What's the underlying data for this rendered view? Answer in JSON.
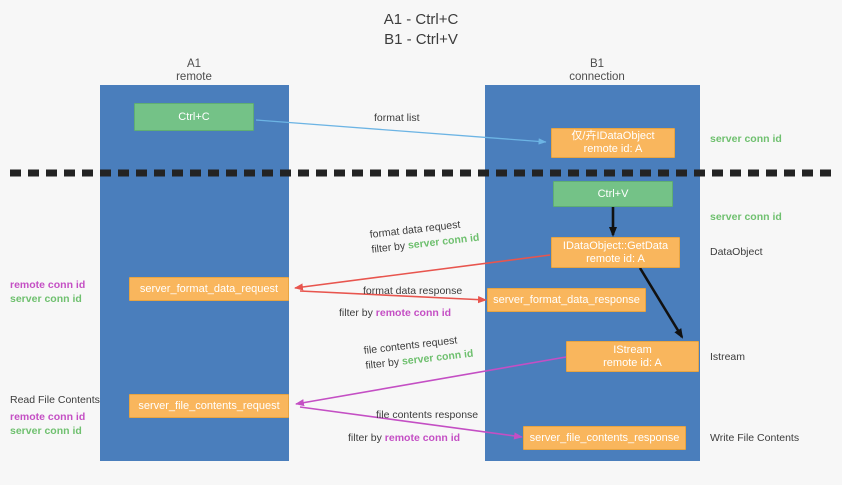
{
  "title": {
    "line1": "A1 - Ctrl+C",
    "line2": "B1 - Ctrl+V"
  },
  "lanes": [
    {
      "name": "A1",
      "sub": "remote"
    },
    {
      "name": "B1",
      "sub": "connection"
    }
  ],
  "nodes": {
    "ctrl_c": "Ctrl+C",
    "ctrl_v": "Ctrl+V",
    "idataobject": {
      "line1": "仅/卉IDataObject",
      "line2": "remote id: A"
    },
    "getdata": {
      "line1": "IDataObject::GetData",
      "line2": "remote id: A"
    },
    "istream": {
      "line1": "IStream",
      "line2": "remote id: A"
    },
    "format_data_request": "server_format_data_request",
    "format_data_response": "server_format_data_response",
    "file_contents_request": "server_file_contents_request",
    "file_contents_response": "server_file_contents_response"
  },
  "edges": {
    "format_list": "format list",
    "format_data_request": {
      "line1": "format data request",
      "prefix": "filter by ",
      "key": "server conn id"
    },
    "format_data_response": {
      "line1": "format data response",
      "prefix": "filter by ",
      "key": "remote conn id"
    },
    "file_contents_request": {
      "line1": "file contents request",
      "prefix": "filter by ",
      "key": "server conn id"
    },
    "file_contents_response": {
      "line1": "file contents response",
      "prefix": "filter by ",
      "key": "remote conn id"
    }
  },
  "right_labels": {
    "server_conn_id_top": "server conn id",
    "server_conn_id_mid": "server conn id",
    "dataobject": "DataObject",
    "istream": "Istream",
    "write_file_contents": "Write File Contents"
  },
  "left_labels": {
    "read_file_contents": "Read File Contents",
    "remote_conn_id_a": "remote conn id",
    "server_conn_id_a": "server conn id",
    "remote_conn_id_b": "remote conn id",
    "server_conn_id_b": "server conn id"
  },
  "colors": {
    "lane": "#4a7ebc",
    "orange": "#f9b65d",
    "green": "#74c287",
    "green_text": "#6fc06f",
    "magenta": "#c44fc4",
    "red_arrow": "#e8554e",
    "blue_arrow": "#6cb4e4",
    "dashed_divider": "#232323"
  }
}
